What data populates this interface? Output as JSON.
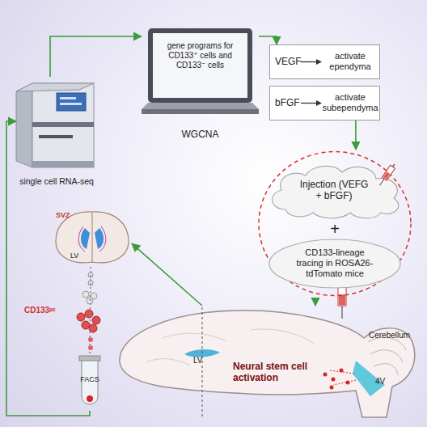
{
  "diagram": {
    "nodes": [
      {
        "text": [
          "single cell RNA-seq"
        ]
      },
      {
        "text": [
          "gene programs for CD133⁺ cells and CD133⁻ cells",
          "WGCNA"
        ]
      },
      {
        "text": [
          "VEGF",
          "activate ependyma"
        ]
      },
      {
        "text": [
          "bFGF",
          "activate subependyma"
        ]
      },
      {
        "text": [
          "+"
        ]
      },
      {
        "text": [
          "Injection (VEFG + bFGF)"
        ],
        "in": 4
      },
      {
        "text": [
          "CD133-lineage tracing in ROSA26-tdTomato mice"
        ],
        "in": 4
      },
      {
        "text": [
          "LV",
          "Cerebellum",
          "4V",
          "Neural stem cell activation"
        ]
      },
      {
        "text": [
          "SVZ",
          "LV"
        ]
      },
      {
        "text": [
          "FACS"
        ]
      }
    ],
    "edges": [
      {
        "from": 9,
        "to": 0,
        "arrow": "to"
      },
      {
        "from": 0,
        "to": 1,
        "arrow": "to"
      },
      {
        "from": 1,
        "to": 2,
        "arrow": "to"
      },
      {
        "from": 3,
        "to": 4,
        "arrow": "to"
      },
      {
        "from": 4,
        "to": 7,
        "arrow": "to"
      },
      {
        "from": 7,
        "to": 8,
        "arrow": "to"
      },
      {
        "from": 8,
        "to": 9,
        "arrow": "none"
      }
    ],
    "labels": [
      "CD133ᵖᶜ"
    ]
  }
}
